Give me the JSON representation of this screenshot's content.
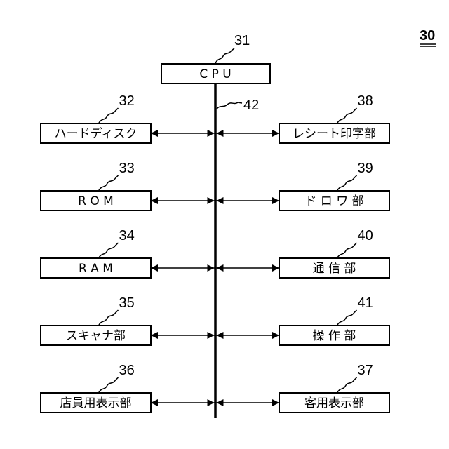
{
  "figure": {
    "number": "30"
  },
  "cpu": {
    "label": "C P U",
    "ref": "31"
  },
  "bus": {
    "ref": "42"
  },
  "left_blocks": [
    {
      "label": "ハードディスク",
      "ref": "32"
    },
    {
      "label": "R O M",
      "ref": "33"
    },
    {
      "label": "R A M",
      "ref": "34"
    },
    {
      "label": "スキャナ部",
      "ref": "35"
    },
    {
      "label": "店員用表示部",
      "ref": "36"
    }
  ],
  "right_blocks": [
    {
      "label": "レシート印字部",
      "ref": "38"
    },
    {
      "label": "ド ロ ワ 部",
      "ref": "39"
    },
    {
      "label": "通 信 部",
      "ref": "40"
    },
    {
      "label": "操 作 部",
      "ref": "41"
    },
    {
      "label": "客用表示部",
      "ref": "37"
    }
  ]
}
